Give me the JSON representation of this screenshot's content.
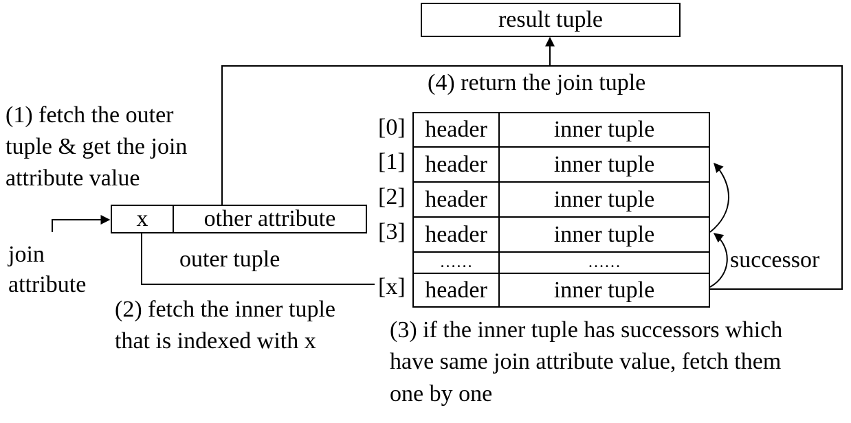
{
  "result_tuple": "result tuple",
  "step1": [
    "(1) fetch the outer",
    "tuple & get the join",
    "attribute value"
  ],
  "step2": [
    "(2) fetch the inner tuple",
    "that is indexed with x"
  ],
  "step3": [
    "(3) if the inner tuple has successors which",
    "have same join attribute value, fetch them",
    "one by one"
  ],
  "step4": "(4) return the join tuple",
  "join_attribute": [
    "join",
    "attribute"
  ],
  "outer_tuple": {
    "key": "x",
    "other": "other attribute",
    "label": "outer tuple"
  },
  "index_labels": [
    "[0]",
    "[1]",
    "[2]",
    "[3]",
    "[x]"
  ],
  "rows": [
    {
      "header": "header",
      "body": "inner tuple"
    },
    {
      "header": "header",
      "body": "inner tuple"
    },
    {
      "header": "header",
      "body": "inner tuple"
    },
    {
      "header": "header",
      "body": "inner tuple"
    },
    {
      "header": "……",
      "body": "……"
    },
    {
      "header": "header",
      "body": "inner tuple"
    }
  ],
  "successor": "successor"
}
